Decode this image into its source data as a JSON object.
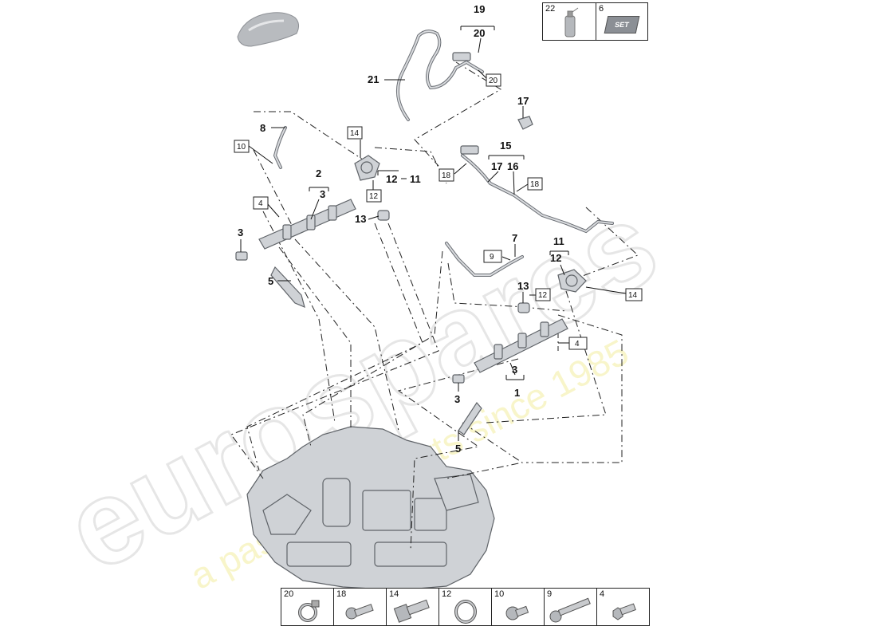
{
  "callouts": {
    "n19": "19",
    "n20": "20",
    "n21": "21",
    "b20": "20",
    "n17a": "17",
    "n15": "15",
    "n17b": "17",
    "n16": "16",
    "b18a": "18",
    "b18b": "18",
    "n8": "8",
    "b10": "10",
    "b14a": "14",
    "n12a": "12",
    "n11a": "11",
    "b12a": "12",
    "n2": "2",
    "n3a": "3",
    "b4a": "4",
    "n13a": "13",
    "n3b": "3",
    "n5a": "5",
    "n7": "7",
    "b9": "9",
    "n11b": "11",
    "n12b": "12",
    "b14b": "14",
    "n13b": "13",
    "b12b": "12",
    "b4b": "4",
    "n3c": "3",
    "n1": "1",
    "n3d": "3",
    "n5b": "5"
  },
  "top_legend": [
    {
      "num": "22",
      "icon": "spray-can-icon"
    },
    {
      "num": "6",
      "icon": "set-box-icon",
      "text": "SET"
    }
  ],
  "bottom_legend": [
    {
      "num": "20",
      "icon": "hose-clamp-icon"
    },
    {
      "num": "18",
      "icon": "short-bolt-icon"
    },
    {
      "num": "14",
      "icon": "socket-screw-icon"
    },
    {
      "num": "12",
      "icon": "o-ring-icon"
    },
    {
      "num": "10",
      "icon": "flange-bolt-icon"
    },
    {
      "num": "9",
      "icon": "long-bolt-icon"
    },
    {
      "num": "4",
      "icon": "hex-bolt-icon"
    }
  ],
  "watermark": {
    "brand": "eurospares",
    "slogan": "a passion for parts since 1985"
  },
  "colors": {
    "part": "#cfd2d6",
    "outline": "#5f6368",
    "watermark_slogan": "#f3eea0"
  }
}
